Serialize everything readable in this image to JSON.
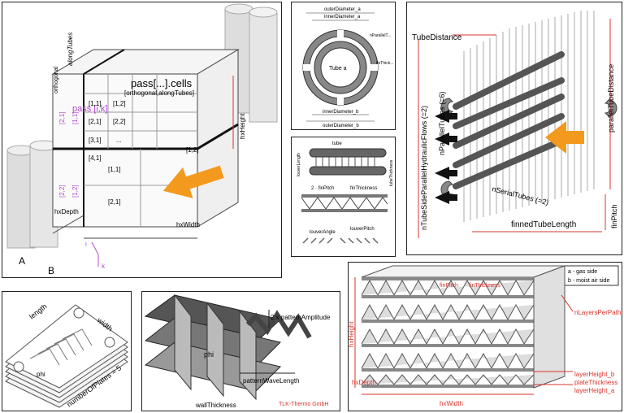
{
  "colors": {
    "accent": "#f39a1e",
    "red": "#d9342b",
    "purple": "#b04ad0",
    "gray": "#888888",
    "dark": "#333333"
  },
  "panel1": {
    "along_tubes": "alongTubes",
    "orthogonal": "orthogonal",
    "pass_cells": "pass[...].cells",
    "pass_cells_sub": "[orthogonal,alongTubes]",
    "pass_ijk": "pass [i,k]",
    "cells": [
      "[1,1]",
      "[1,2]",
      "[2,1]",
      "[2,2]",
      "[3,1]",
      "...",
      "[4,1]",
      "[1,2]",
      "[1,1]",
      "[2,1]"
    ],
    "purple_cells": [
      "[2,1]",
      "[1,1]",
      "[2,2]",
      "[1,2]"
    ],
    "hx_height": "hxHeight",
    "hx_depth": "hxDepth",
    "hx_width": "hxWidth",
    "label_a": "A",
    "label_b": "B",
    "idx_i": "i",
    "idx_k": "k"
  },
  "panel2": {
    "outer_a": "outerDiameter_a",
    "inner_a": "innerDiameter_a",
    "n_parallel": "nParallelT...",
    "fin_thick": "finThick...",
    "tube_a": "Tube a",
    "inner_b": "innerDiameter_b",
    "outer_b": "outerDiameter_b"
  },
  "panel3": {
    "tube": "tube",
    "louver_length": "louverLength",
    "tube_thickness": "tubeThickness",
    "fin_pitch": "2 · finPitch",
    "fin_thickness": "finThickness",
    "louver_angle": "louverAngle",
    "louver_pitch": "louverPitch"
  },
  "panel4": {
    "tube_distance": "TubeDistance",
    "parallel_tube_distance": "parallelTubeDistance",
    "n_parallel_tubes": "nParallelTubes (=6)",
    "n_tube_side": "nTubeSideParallelHydraulicFlows (=2)",
    "n_serial_tubes": "nSerialTubes (=2)",
    "finned_tube_length": "finnedTubeLength",
    "fin_pitch": "finPitch"
  },
  "panel5": {
    "length": "length",
    "width": "width",
    "phi": "phi",
    "number_of_plates": "numberOfPlates = 5"
  },
  "panel6": {
    "amplitude": "2 x patternAmplitude",
    "phi": "phi",
    "wavelength": "patternWaveLength",
    "wall_thickness": "wallThickness",
    "logo": "TLK-Thermo GmbH"
  },
  "panel7": {
    "legend_a": "a - gas side",
    "legend_b": "b - moist air side",
    "fin_pitch": "finPitch",
    "fin_thickness": "finThickness",
    "n_layers": "nLayersPerPath",
    "hx_height": "hxHeight",
    "hx_depth": "hxDepth",
    "layer_height_b": "layerHeight_b",
    "plate_thickness": "plateThickness",
    "layer_height_a": "layerHeight_a",
    "hx_width": "hxWidth"
  }
}
